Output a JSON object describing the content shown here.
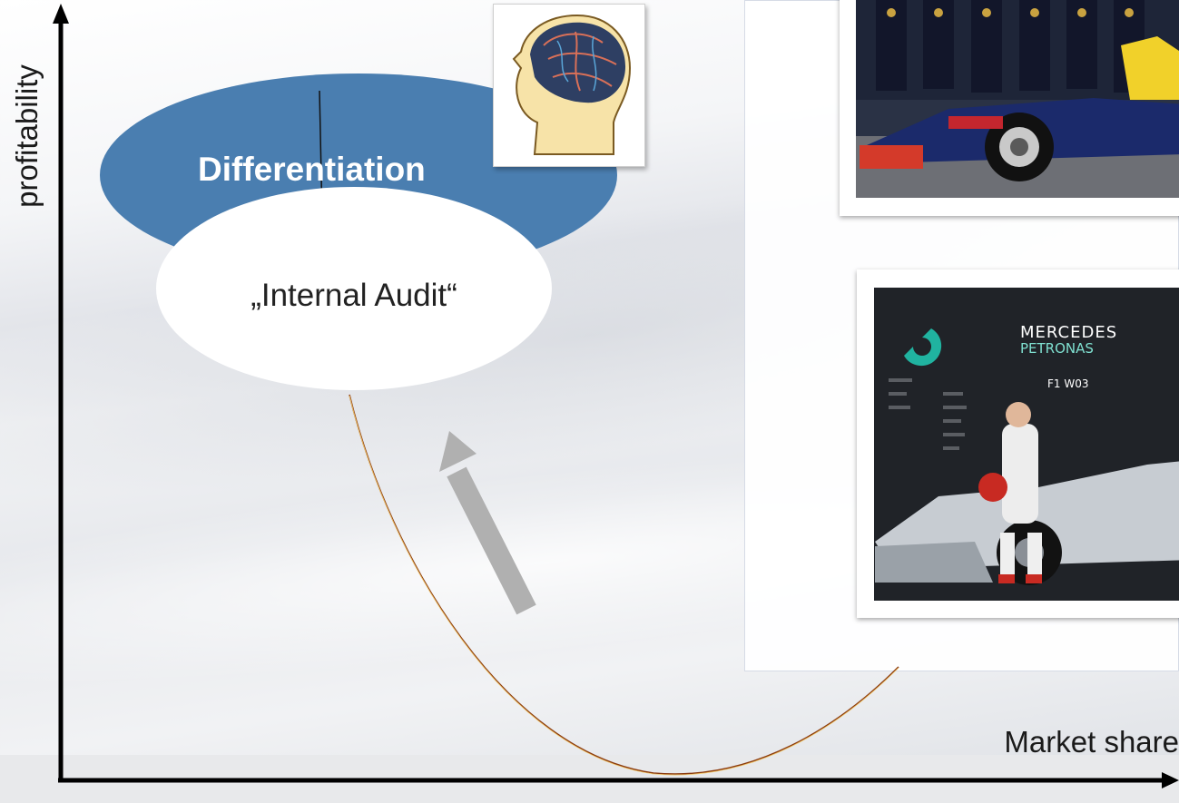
{
  "diagram": {
    "y_axis_label": "profitability",
    "x_axis_label": "Market share",
    "top_ellipse_label": "Differentiation",
    "inner_ellipse_label": "„Internal Audit“",
    "colors": {
      "differentiation_fill": "#4a7eb0",
      "curve": "#8b3b10",
      "arrow": "#b0b0b0",
      "axis": "#000000"
    }
  },
  "images": {
    "brain": "brain-illustration",
    "photo_top": "red-bull-f1-team-photo",
    "photo_bottom": "mercedes-amg-petronas-f1-w03-photo"
  },
  "photo_text": {
    "team_name_1": "MERCEDES",
    "team_name_2": "PETRONAS",
    "car_name": "F1 W03"
  }
}
